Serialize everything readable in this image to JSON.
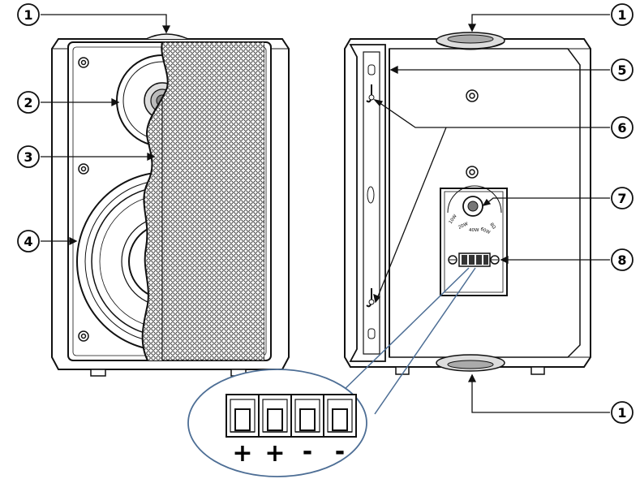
{
  "figure": {
    "callouts": [
      {
        "id": "c1-front-top",
        "number": "1"
      },
      {
        "id": "c1-back-top",
        "number": "1"
      },
      {
        "id": "c1-back-bottom",
        "number": "1"
      },
      {
        "id": "c2",
        "number": "2"
      },
      {
        "id": "c3",
        "number": "3"
      },
      {
        "id": "c4",
        "number": "4"
      },
      {
        "id": "c5",
        "number": "5"
      },
      {
        "id": "c6",
        "number": "6"
      },
      {
        "id": "c7",
        "number": "7"
      },
      {
        "id": "c8",
        "number": "8"
      }
    ],
    "terminal_signs": [
      "+",
      "+",
      "-",
      "-"
    ],
    "tap_selector_labels": [
      "10W",
      "20W",
      "40W",
      "60W",
      "8Ω"
    ]
  }
}
